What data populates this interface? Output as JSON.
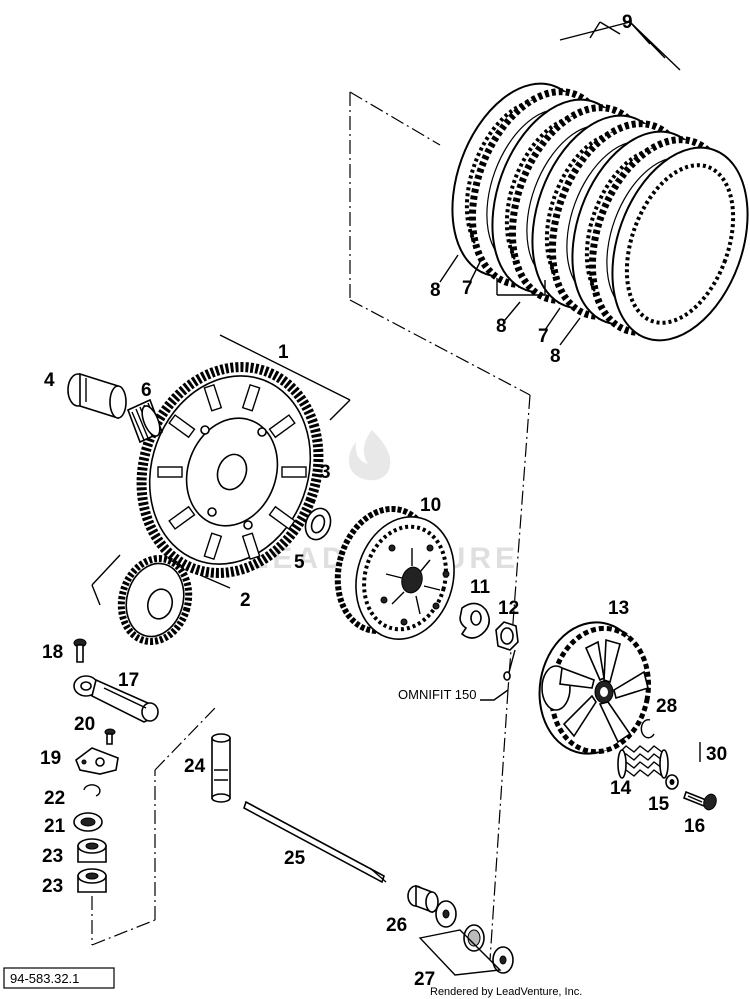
{
  "diagram": {
    "part_numbers": {
      "p1": "1",
      "p2": "2",
      "p3": "3",
      "p4": "4",
      "p5": "5",
      "p6": "6",
      "p7a": "7",
      "p7b": "7",
      "p8a": "8",
      "p8b": "8",
      "p8c": "8",
      "p9": "9",
      "p10": "10",
      "p11": "11",
      "p12": "12",
      "p13": "13",
      "p14": "14",
      "p15": "15",
      "p16": "16",
      "p17": "17",
      "p18": "18",
      "p19": "19",
      "p20": "20",
      "p21": "21",
      "p22": "22",
      "p23a": "23",
      "p23b": "23",
      "p24": "24",
      "p25": "25",
      "p26": "26",
      "p27": "27",
      "p28": "28",
      "p30": "30"
    },
    "callout_omnifit": "OMNIFIT 150",
    "reference_code": "94-583.32.1",
    "credit": "Rendered by LeadVenture, Inc.",
    "watermark": "LEADVENTURE"
  }
}
